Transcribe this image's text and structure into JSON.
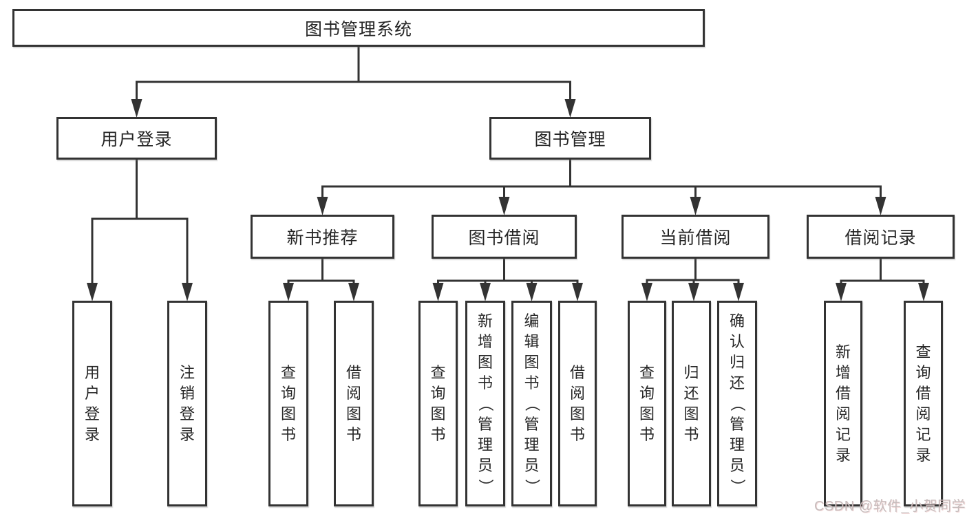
{
  "tree": {
    "label": "图书管理系统",
    "children": [
      {
        "label": "用户登录",
        "children": [
          {
            "label": "用户登录"
          },
          {
            "label": "注销登录"
          }
        ]
      },
      {
        "label": "图书管理",
        "children": [
          {
            "label": "新书推荐",
            "children": [
              {
                "label": "查询图书"
              },
              {
                "label": "借阅图书"
              }
            ]
          },
          {
            "label": "图书借阅",
            "children": [
              {
                "label": "查询图书"
              },
              {
                "label": "新增图书（管理员）"
              },
              {
                "label": "编辑图书（管理员）"
              },
              {
                "label": "借阅图书"
              }
            ]
          },
          {
            "label": "当前借阅",
            "children": [
              {
                "label": "查询图书"
              },
              {
                "label": "归还图书"
              },
              {
                "label": "确认归还（管理员）"
              }
            ]
          },
          {
            "label": "借阅记录",
            "children": [
              {
                "label": "新增借阅记录"
              },
              {
                "label": "查询借阅记录"
              }
            ]
          }
        ]
      }
    ]
  },
  "watermark": {
    "text": "CSDN @软件_小贺同学"
  },
  "colors": {
    "line": "#333333",
    "text": "#262626",
    "background": "#ffffff",
    "watermark": "#c7bdbd"
  }
}
